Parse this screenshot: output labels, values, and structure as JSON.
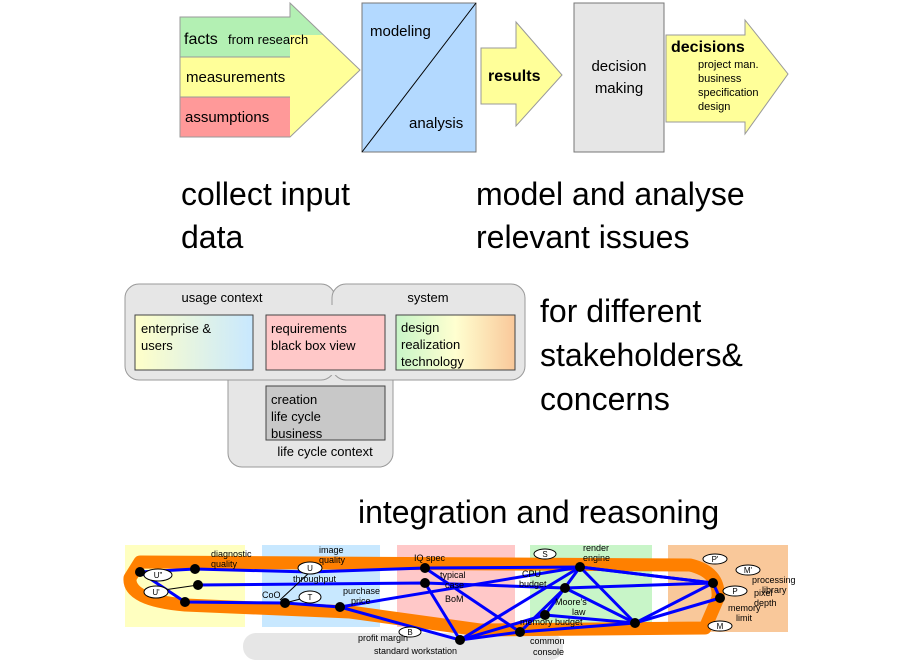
{
  "flow": {
    "inputs": {
      "facts_bold": "facts",
      "facts_rest": "from research",
      "measurements": "measurements",
      "assumptions": "assumptions"
    },
    "model_box": {
      "top": "modeling",
      "bottom": "analysis"
    },
    "results": "results",
    "decision_box": {
      "line1": "decision",
      "line2": "making"
    },
    "decisions": {
      "title": "decisions",
      "items": [
        "project man.",
        "business",
        "specification",
        "design"
      ]
    },
    "colors": {
      "facts": "#b3f0b3",
      "measurements": "#ffff99",
      "assumptions": "#ff9999",
      "model": "#b3d9ff",
      "results": "#ffff99",
      "decision": "#e6e6e6",
      "decisions": "#ffff99"
    }
  },
  "captions": {
    "collect": [
      "collect input",
      "data"
    ],
    "model": [
      "model and analyse",
      "relevant issues"
    ],
    "stakeholders": [
      "for different",
      "stakeholders&",
      "concerns"
    ],
    "integration": "integration and reasoning"
  },
  "contexts": {
    "usage_title": "usage context",
    "system_title": "system",
    "lifecycle_title": "life cycle context",
    "enterprise": [
      "enterprise &",
      "users"
    ],
    "requirements": [
      "requirements",
      "black box view"
    ],
    "design": [
      "design",
      "realization",
      "technology"
    ],
    "creation": [
      "creation",
      "life cycle",
      "business"
    ]
  },
  "graph": {
    "labels": {
      "diagnostic_quality": [
        "diagnostic",
        "quality"
      ],
      "image_quality": [
        "image",
        "quality"
      ],
      "iq_spec": "IQ spec",
      "render_engine": [
        "render",
        "engine"
      ],
      "throughput": "throughput",
      "typical_case": [
        "typical",
        "case"
      ],
      "cpu_budget": [
        "CPU",
        "budget"
      ],
      "processing_library": [
        "processing",
        "library"
      ],
      "pixel_depth": [
        "pixel",
        "depth"
      ],
      "memory_limit": [
        "memory",
        "limit"
      ],
      "coo": "CoO",
      "purchase_price": [
        "purchase",
        "price"
      ],
      "bom": "BoM",
      "moores_law": [
        "Moore's",
        "law"
      ],
      "memory_budget": "memory budget",
      "profit_margin": "profit margin",
      "standard_workstation": "standard workstation",
      "common_console": [
        "common",
        "console"
      ]
    },
    "ovals": [
      "U\"",
      "U'",
      "U",
      "T",
      "S",
      "P'",
      "M'",
      "P",
      "M",
      "B"
    ]
  }
}
